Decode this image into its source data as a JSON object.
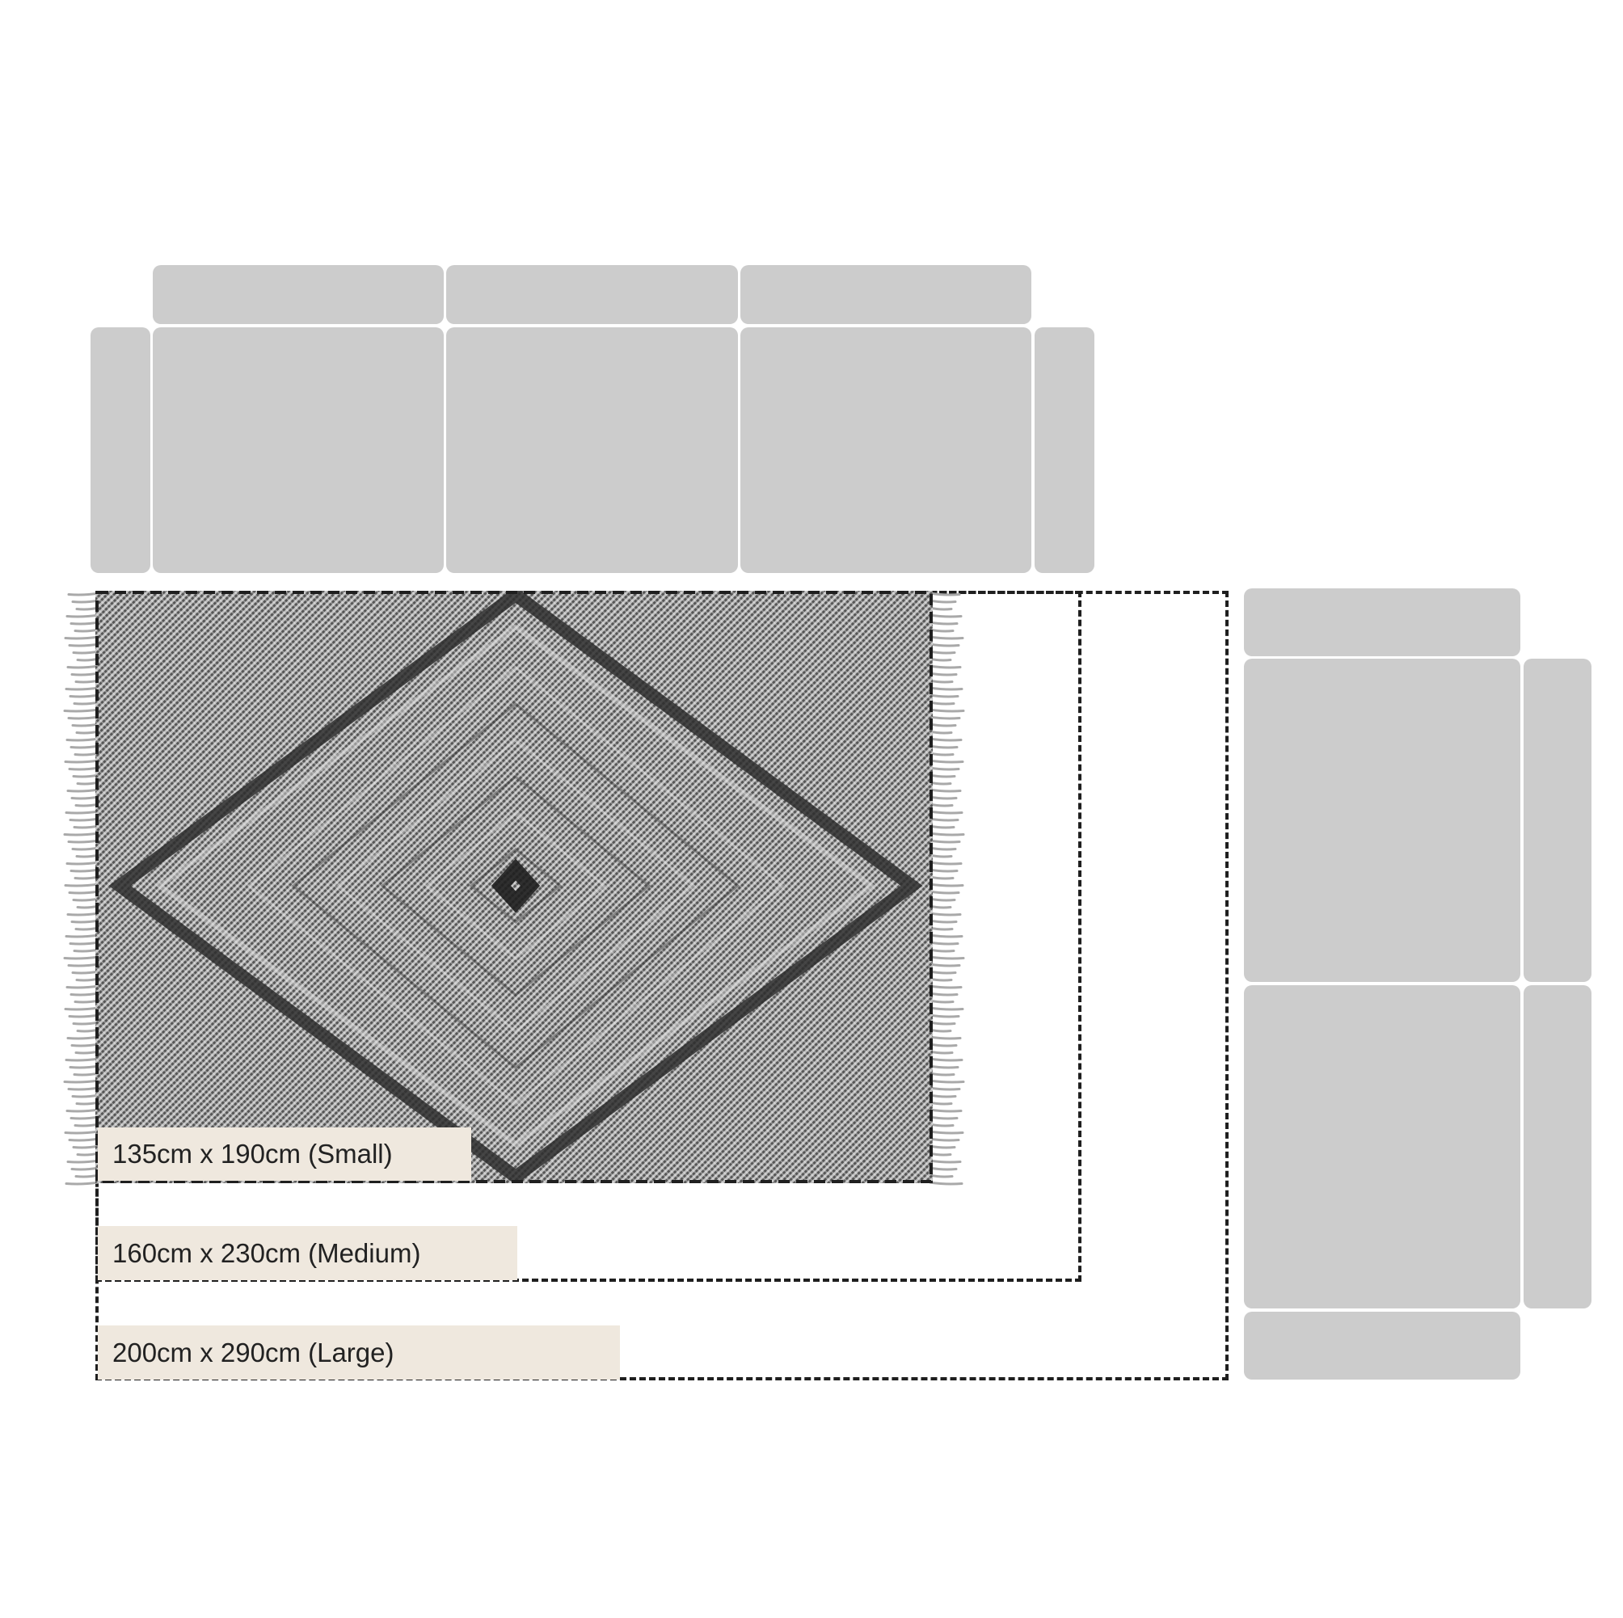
{
  "colors": {
    "background": "#ffffff",
    "sofa": "#cccccc",
    "label_bg": "#efe8de",
    "outline": "#1f1f1f",
    "rug_light": "#bdbdbd",
    "rug_dark": "#555555",
    "fringe": "#a9a9a9"
  },
  "sizes": [
    {
      "id": "small",
      "label": "135cm x 190cm (Small)"
    },
    {
      "id": "medium",
      "label": "160cm x 230cm (Medium)"
    },
    {
      "id": "large",
      "label": "200cm x 290cm (Large)"
    }
  ]
}
